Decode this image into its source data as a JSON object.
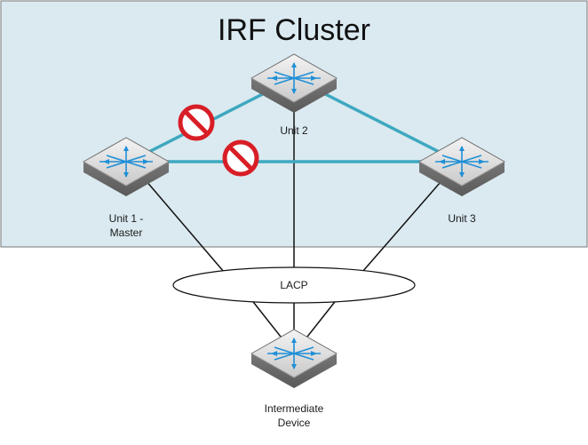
{
  "cluster": {
    "title": "IRF Cluster",
    "fill": "#daeaf0",
    "border": "#777777"
  },
  "units": [
    {
      "id": "unit1",
      "label": "Unit 1 -\nMaster"
    },
    {
      "id": "unit2",
      "label": "Unit 2"
    },
    {
      "id": "unit3",
      "label": "Unit 3"
    }
  ],
  "intermediate": {
    "label": "Intermediate\nDevice"
  },
  "lacp": {
    "label": "LACP"
  },
  "irf_links": {
    "color": "#3ea8c0"
  },
  "blocked": {
    "icon": "no-entry-icon",
    "color": "#d81e26"
  },
  "switch_icon": "switch-icon"
}
